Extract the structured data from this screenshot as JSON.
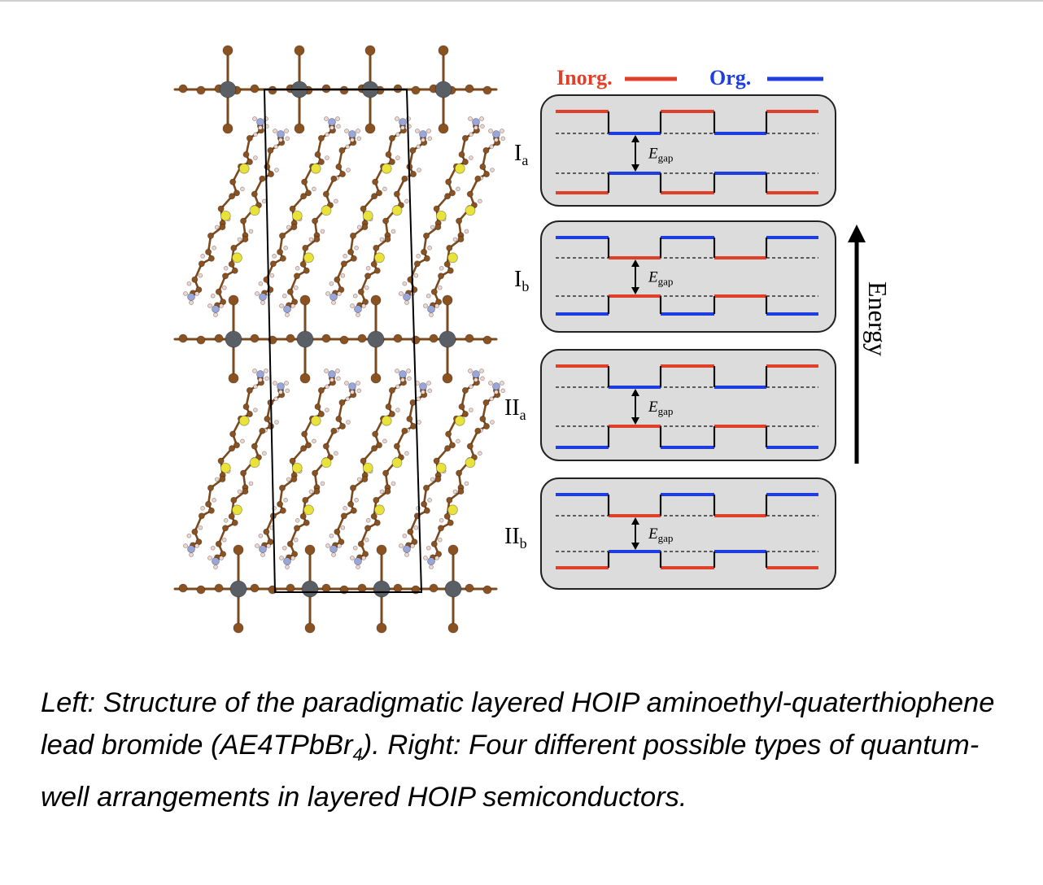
{
  "legend": {
    "inorg_label": "Inorg.",
    "org_label": "Org.",
    "inorg_color": "#e0402a",
    "org_color": "#1f3ee0"
  },
  "panels": [
    {
      "roman": "I",
      "sub": "a",
      "gap_label": "E",
      "gap_sub": "gap"
    },
    {
      "roman": "I",
      "sub": "b",
      "gap_label": "E",
      "gap_sub": "gap"
    },
    {
      "roman": "II",
      "sub": "a",
      "gap_label": "E",
      "gap_sub": "gap"
    },
    {
      "roman": "II",
      "sub": "b",
      "gap_label": "E",
      "gap_sub": "gap"
    }
  ],
  "energy_axis_label": "Energy",
  "atom_colors": {
    "carbon_bromine": "#8a5220",
    "lead": "#5a5f66",
    "sulfur": "#e8e23a",
    "nitrogen": "#9aa6d8",
    "hydrogen": "#f0d6d0"
  },
  "caption": {
    "part1": "Left: Structure of the paradigmatic layered HOIP aminoethyl-quaterthiophene lead bromide (AE4TPbBr",
    "subscript": "4",
    "part2": "). Right: Four different possible types of quantum-well arrangements in layered HOIP semiconductors."
  }
}
